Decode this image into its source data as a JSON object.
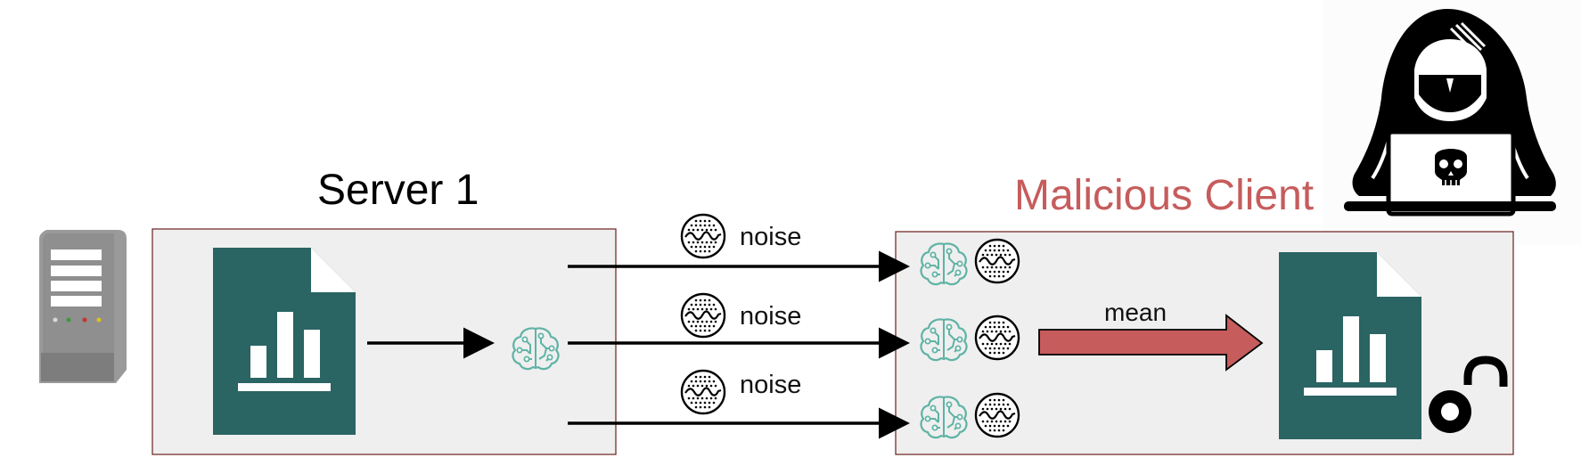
{
  "server": {
    "title": "Server 1"
  },
  "client": {
    "title": "Malicious Client",
    "title_color": "#c65c5c"
  },
  "arrows": {
    "noise_labels": [
      "noise",
      "noise",
      "noise"
    ],
    "mean_label": "mean",
    "mean_arrow_color": "#c65c5c"
  },
  "colors": {
    "box_fill": "#efefef",
    "box_border": "#6b1f1f",
    "document": "#2a6463",
    "brain_icon": "#5fb3a5"
  },
  "icons": {
    "server_hardware": "server-tower-icon",
    "document": "report-document-icon",
    "model": "neural-brain-icon",
    "noise": "noise-signal-icon",
    "attacker": "hooded-hacker-icon",
    "unlocked": "open-padlock-icon"
  }
}
